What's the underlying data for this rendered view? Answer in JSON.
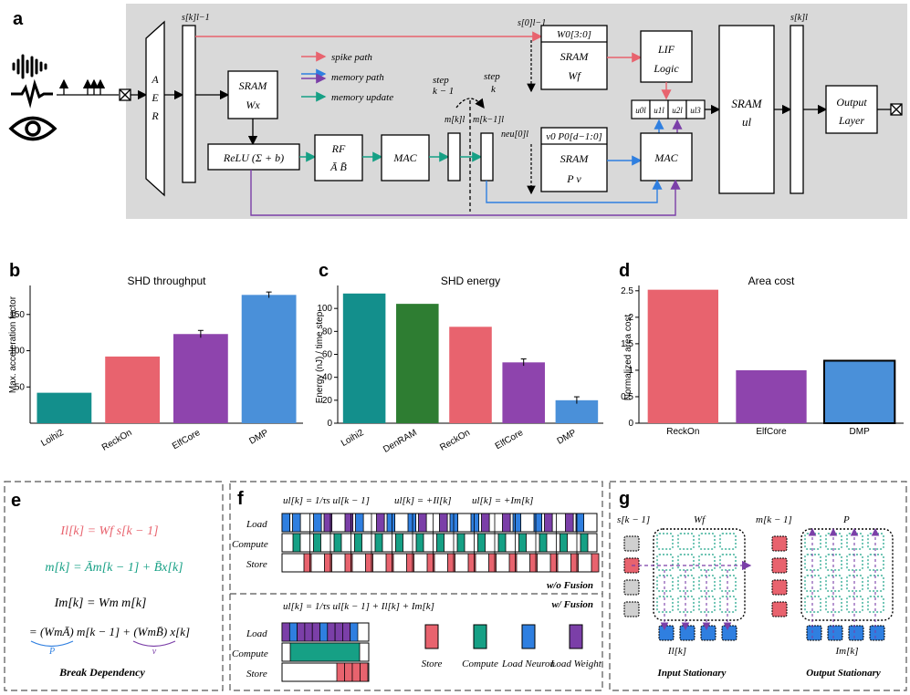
{
  "panel_labels": {
    "a": "a",
    "b": "b",
    "c": "c",
    "d": "d",
    "e": "e",
    "f": "f",
    "g": "g"
  },
  "panel_a": {
    "aer": [
      "A",
      "E",
      "R"
    ],
    "s_in": "s[k]l−1",
    "s_out": "s[k]l",
    "sram_wx": [
      "SRAM",
      "Wx"
    ],
    "relu": "ReLU (Σ + b)",
    "rf": [
      "RF",
      "Ā  B̄"
    ],
    "mac1": "MAC",
    "mac2": "MAC",
    "legend": [
      "spike path",
      "memory path",
      "memory update"
    ],
    "step_k1": [
      "step",
      "k − 1"
    ],
    "step_k": [
      "step",
      "k"
    ],
    "m_k": "m[k]l",
    "m_k1": "m[k−1]l",
    "s0": "s[0]l−1",
    "w03": "W0[3:0]",
    "sram_wf": [
      "SRAM",
      "Wf"
    ],
    "neu0": "neu[0]l",
    "v0p": "v0   P0[d−1:0]",
    "sram_pv": [
      "SRAM",
      "P   v"
    ],
    "lif": [
      "LIF",
      "Logic"
    ],
    "u_cells": [
      "u0l",
      "u1l",
      "u2l",
      "ul3"
    ],
    "sram_u": [
      "SRAM",
      "ul"
    ],
    "output": [
      "Output",
      "Layer"
    ]
  },
  "chart_data": [
    {
      "type": "bar",
      "title": "SHD throughput",
      "ylabel": "Max. acceleration factor",
      "xlabel": "",
      "categories": [
        "Loihi2",
        "ReckOn",
        "ElfCore",
        "DMP"
      ],
      "values": [
        42,
        92,
        123,
        177
      ],
      "errors": [
        0,
        0,
        5,
        4
      ],
      "colors": [
        "#138f8c",
        "#e8636e",
        "#8e44ad",
        "#4a90d9"
      ],
      "ylim": [
        0,
        190
      ],
      "yticks": [
        50,
        100,
        150
      ],
      "rotate_ticks": true
    },
    {
      "type": "bar",
      "title": "SHD energy",
      "ylabel": "Energy (nJ) / time step",
      "xlabel": "",
      "categories": [
        "Loihi2",
        "DenRAM",
        "ReckOn",
        "ElfCore",
        "DMP"
      ],
      "values": [
        113,
        104,
        84,
        53,
        20
      ],
      "errors": [
        0,
        0,
        0,
        3,
        3
      ],
      "colors": [
        "#138f8c",
        "#2e7d32",
        "#e8636e",
        "#8e44ad",
        "#4a90d9"
      ],
      "ylim": [
        0,
        120
      ],
      "yticks": [
        0,
        20,
        40,
        60,
        80,
        100
      ],
      "rotate_ticks": true
    },
    {
      "type": "bar",
      "title": "Area cost",
      "ylabel": "Normalized area cost",
      "xlabel": "",
      "categories": [
        "ReckOn",
        "ElfCore",
        "DMP"
      ],
      "values": [
        2.52,
        1.0,
        1.18
      ],
      "errors": [
        0,
        0,
        0
      ],
      "colors": [
        "#e8636e",
        "#8e44ad",
        "#4a90d9"
      ],
      "ylim": [
        0,
        2.6
      ],
      "yticks": [
        0,
        0.5,
        1.0,
        1.5,
        2.0,
        2.5
      ],
      "rotate_ticks": false
    }
  ],
  "panel_e": {
    "eq1": "Il[k] = Wf s[k − 1]",
    "eq2": "m[k] = Ām[k − 1] + B̄x[k]",
    "eq3": "Im[k] = Wm m[k]",
    "eq4a": "= (WmĀ) m[k − 1] + (WmB̄) x[k]",
    "p_label": "P",
    "v_label": "v",
    "caption": "Break Dependency"
  },
  "panel_f": {
    "eqs_top": [
      "ul[k] = 1/τs ul[k − 1]",
      "ul[k] = +Il[k]",
      "ul[k] = +Im[k]"
    ],
    "rows": [
      "Load",
      "Compute",
      "Store"
    ],
    "wo_fusion": "w/o Fusion",
    "w_fusion": "w/ Fusion",
    "eq_fused": "ul[k] = 1/τs ul[k − 1] + Il[k] + Im[k]",
    "legend": [
      "Store",
      "Compute",
      "Load Neuron",
      "Load Weight"
    ]
  },
  "panel_g": {
    "s_label": "s[k − 1]",
    "wf_label": "Wf",
    "m_label": "m[k − 1]",
    "p_label": "P",
    "il_label": "Il[k]",
    "im_label": "Im[k]",
    "caption1": "Input Stationary",
    "caption2": "Output Stationary"
  }
}
